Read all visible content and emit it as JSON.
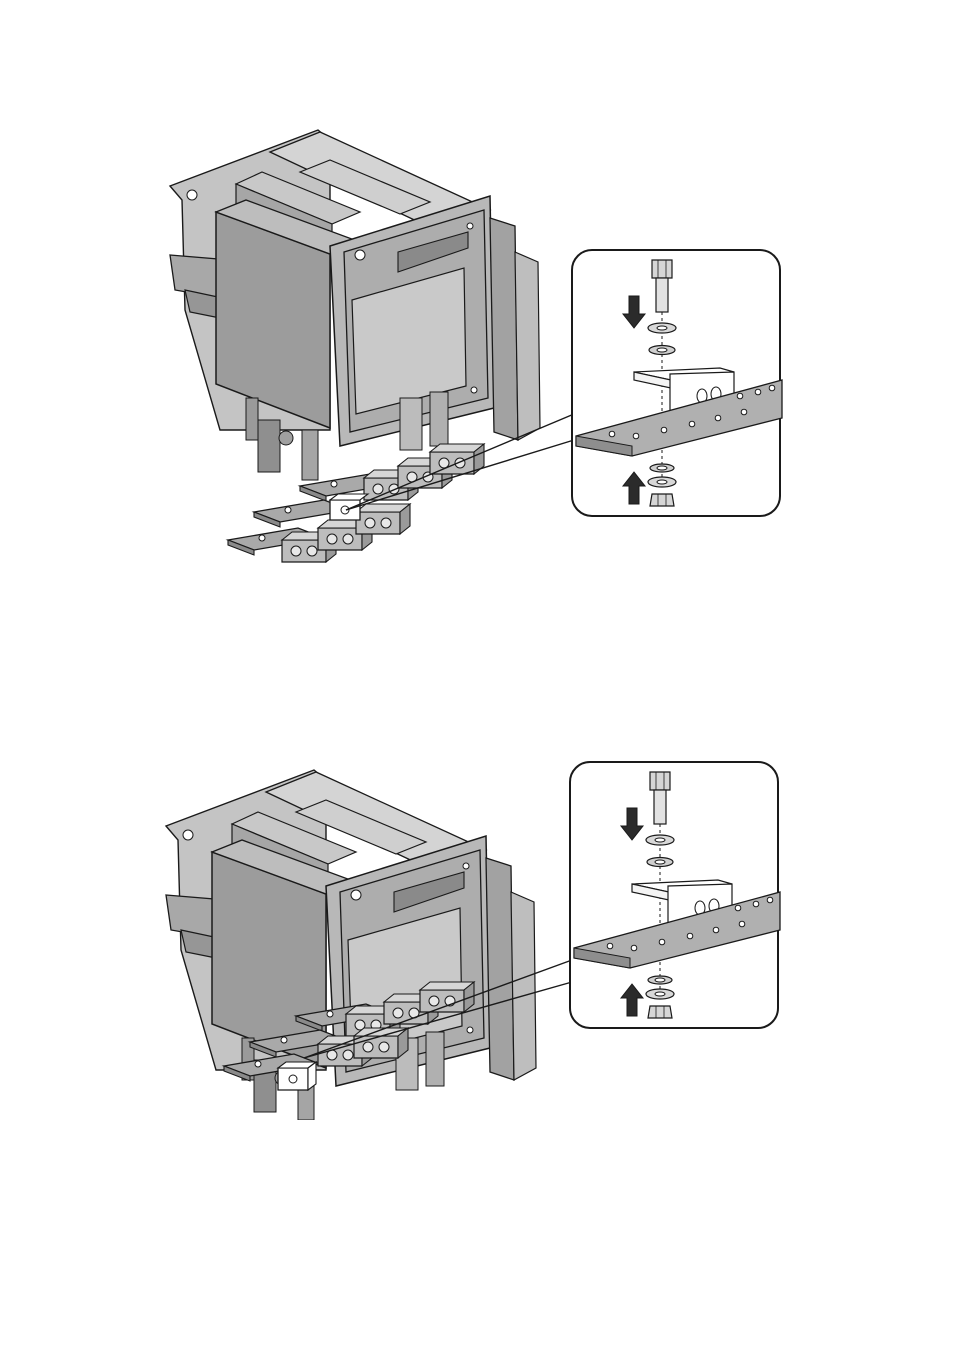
{
  "page": {
    "background": "#ffffff",
    "figures": [
      {
        "id": "step-1",
        "subject": "circuit-breaker-cradle",
        "highlighted_terminal": "phase-2",
        "detail_callout": {
          "components": [
            "hex-bolt",
            "flat-washer",
            "spring-washer",
            "terminal-block",
            "busbar",
            "spring-washer",
            "flat-washer",
            "hex-nut"
          ],
          "arrows": [
            "arrow-down-icon",
            "arrow-up-icon"
          ]
        }
      },
      {
        "id": "step-2",
        "subject": "circuit-breaker-cradle",
        "highlighted_terminal": "phase-1",
        "detail_callout": {
          "components": [
            "hex-bolt",
            "flat-washer",
            "spring-washer",
            "terminal-block",
            "busbar",
            "spring-washer",
            "flat-washer",
            "hex-nut"
          ],
          "arrows": [
            "arrow-down-icon",
            "arrow-up-icon"
          ]
        }
      }
    ],
    "colors": {
      "body": "#b4b4b4",
      "body_dark": "#8e8e8e",
      "body_light": "#d0d0d0",
      "outline": "#1a1a1a",
      "highlight": "#ffffff",
      "arrow": "#2b2b2b"
    }
  }
}
